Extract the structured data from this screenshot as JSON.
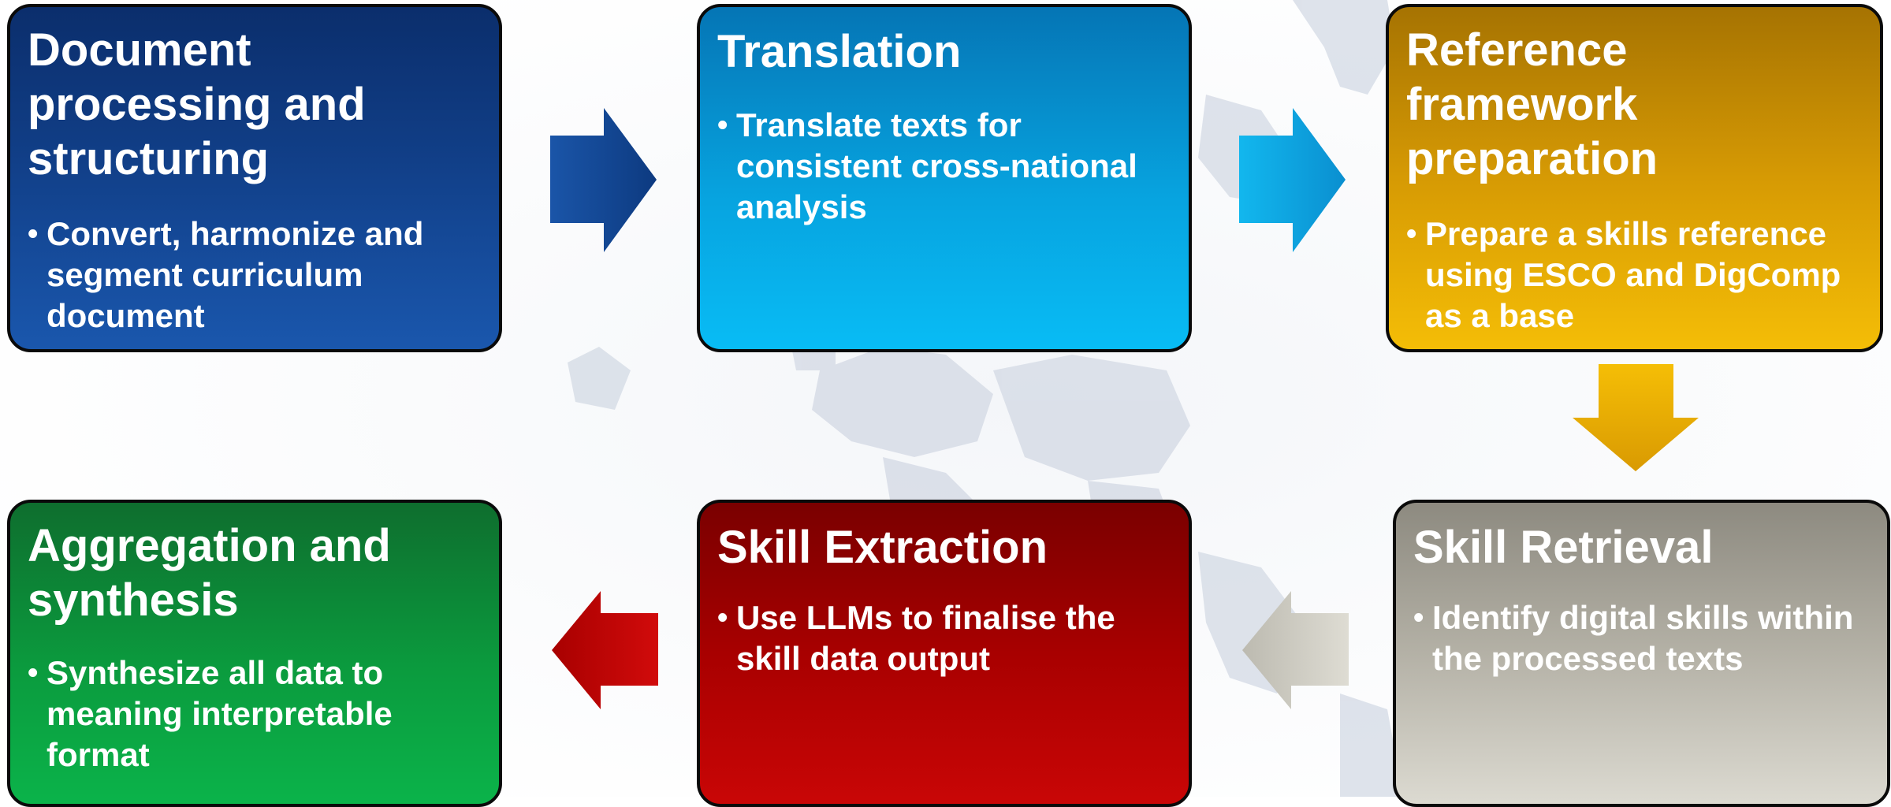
{
  "steps": {
    "document_processing": {
      "title": "Document processing and structuring",
      "bullet": "Convert, harmonize and segment curriculum document",
      "color": "#113f88"
    },
    "translation": {
      "title": "Translation",
      "bullet": "Translate texts for consistent cross-national analysis",
      "color": "#07a3df"
    },
    "reference_framework": {
      "title": "Reference framework preparation",
      "bullet": "Prepare a skills reference using ESCO and DigComp as a base",
      "color": "#e0a604"
    },
    "skill_retrieval": {
      "title": "Skill Retrieval",
      "bullet": "Identify digital skills within the processed texts",
      "color": "#b4b1a6"
    },
    "skill_extraction": {
      "title": "Skill Extraction",
      "bullet": "Use LLMs to finalise the skill data output",
      "color": "#a80000"
    },
    "aggregation": {
      "title": "Aggregation and synthesis",
      "bullet": "Synthesize all data to meaning interpretable format",
      "color": "#0b9b3e"
    }
  },
  "flow_arrows": [
    {
      "from": "document_processing",
      "to": "translation",
      "direction": "right"
    },
    {
      "from": "translation",
      "to": "reference_framework",
      "direction": "right"
    },
    {
      "from": "reference_framework",
      "to": "skill_retrieval",
      "direction": "down"
    },
    {
      "from": "skill_retrieval",
      "to": "skill_extraction",
      "direction": "left"
    },
    {
      "from": "skill_extraction",
      "to": "aggregation",
      "direction": "left"
    }
  ]
}
